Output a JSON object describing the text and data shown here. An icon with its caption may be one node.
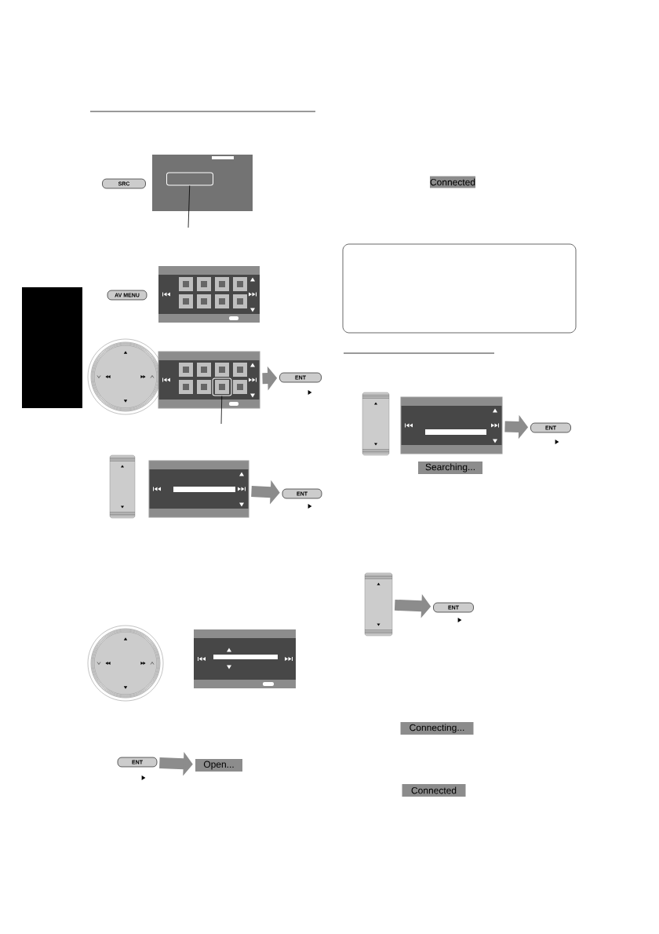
{
  "diagram": {
    "nodes": [
      {
        "text": [],
        "shape": "box"
      },
      {
        "text": [
          "SRC"
        ]
      },
      {
        "text": [],
        "shape": "box"
      },
      {
        "text": [
          "AV MENU"
        ]
      },
      {
        "text": [],
        "shape": "box"
      },
      {
        "text": [],
        "shape": "box",
        "in": 4
      },
      {
        "text": [
          "ENT"
        ]
      },
      {
        "text": [],
        "shape": "box"
      },
      {
        "text": [],
        "shape": "box"
      },
      {
        "text": [
          "ENT"
        ]
      },
      {
        "text": [
          "ENT"
        ]
      },
      {
        "text": [
          "Open..."
        ]
      },
      {
        "text": [
          "Connected"
        ]
      },
      {
        "text": [],
        "shape": "box"
      },
      {
        "text": [],
        "shape": "box"
      },
      {
        "text": [],
        "shape": "box"
      },
      {
        "text": [
          "ENT"
        ]
      },
      {
        "text": [
          "Searching..."
        ]
      },
      {
        "text": [],
        "shape": "box"
      },
      {
        "text": [
          "ENT"
        ]
      },
      {
        "text": [
          "Connecting..."
        ]
      },
      {
        "text": [
          "Connected"
        ]
      }
    ],
    "edges": [
      {
        "from": null,
        "to": 2,
        "arrow": "none",
        "color": "#000000"
      },
      {
        "from": null,
        "to": 5,
        "arrow": "none",
        "color": "#000000"
      },
      {
        "from": 4,
        "to": 6,
        "arrow": "to"
      },
      {
        "from": 8,
        "to": 9,
        "arrow": "to"
      },
      {
        "from": 10,
        "to": 11,
        "arrow": "to"
      },
      {
        "from": 15,
        "to": 16,
        "arrow": "to"
      },
      {
        "from": 18,
        "to": 19,
        "arrow": "to"
      }
    ]
  }
}
